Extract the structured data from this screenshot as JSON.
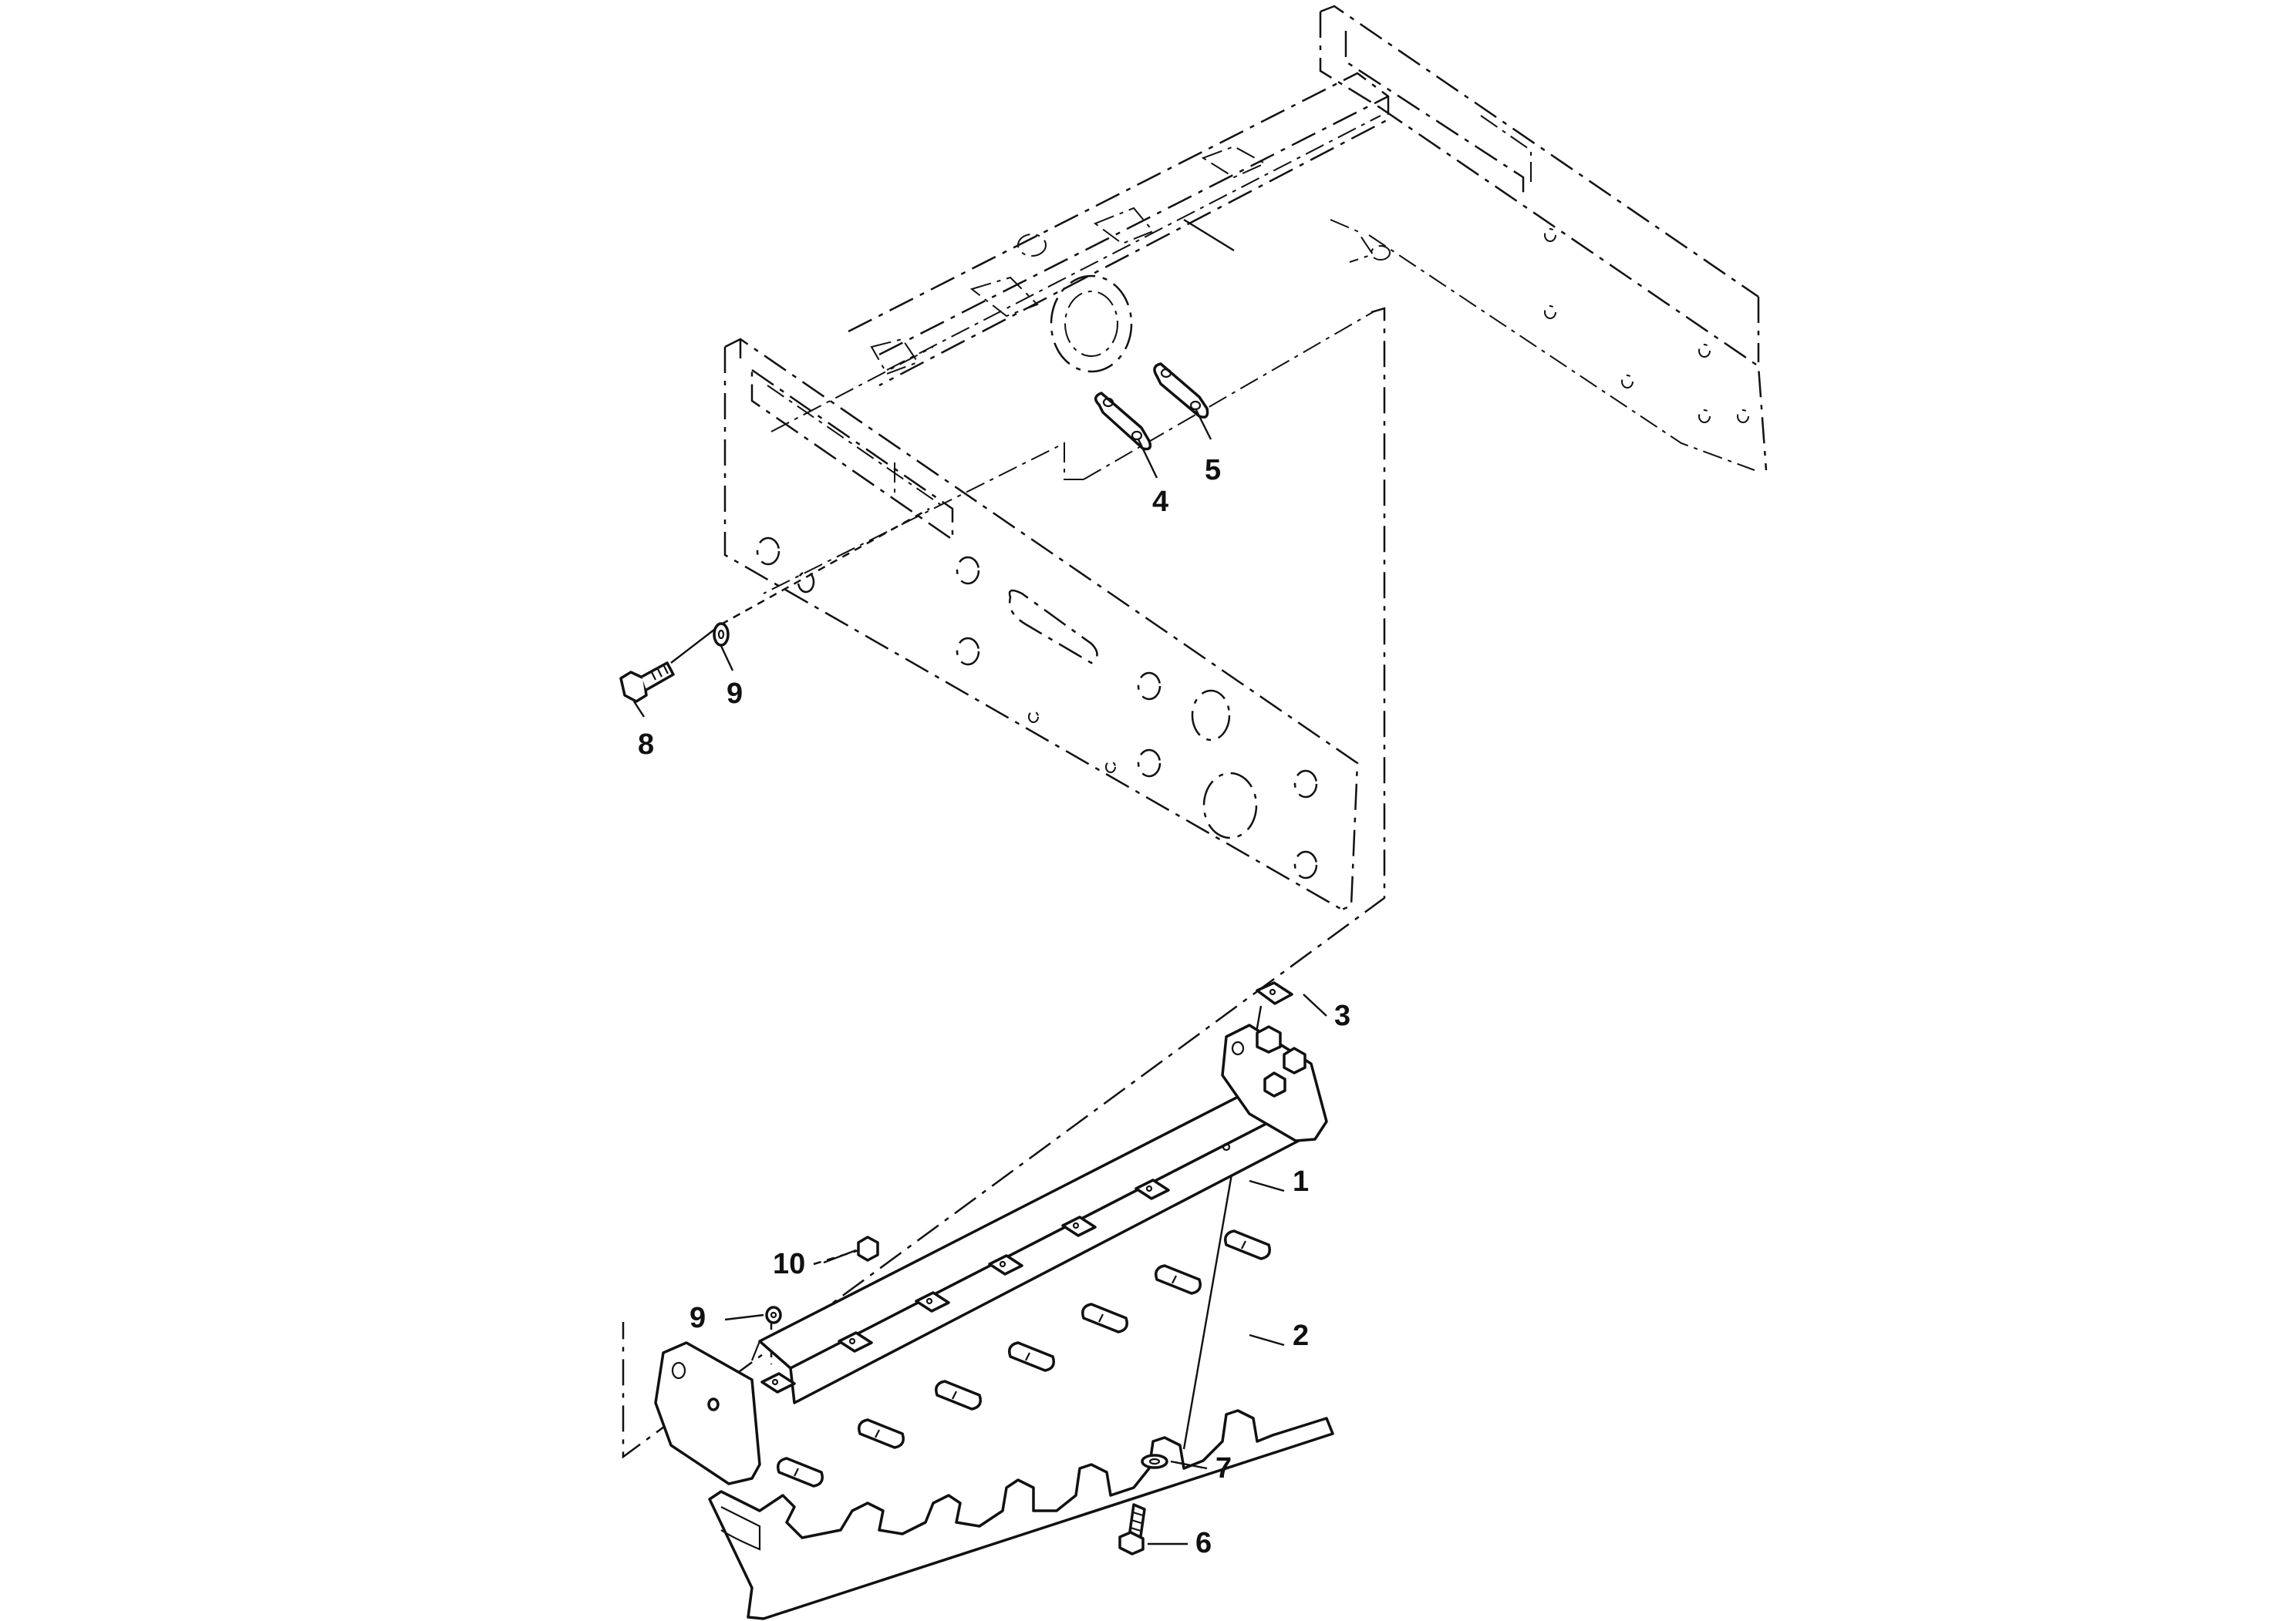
{
  "diagram": {
    "type": "exploded-parts-view",
    "callouts": [
      {
        "id": "c1",
        "label": "1"
      },
      {
        "id": "c2",
        "label": "2"
      },
      {
        "id": "c3",
        "label": "3"
      },
      {
        "id": "c4",
        "label": "4"
      },
      {
        "id": "c5",
        "label": "5"
      },
      {
        "id": "c6",
        "label": "6"
      },
      {
        "id": "c7",
        "label": "7"
      },
      {
        "id": "c8",
        "label": "8"
      },
      {
        "id": "c9a",
        "label": "9"
      },
      {
        "id": "c9b",
        "label": "9"
      },
      {
        "id": "c10",
        "label": "10"
      }
    ]
  }
}
